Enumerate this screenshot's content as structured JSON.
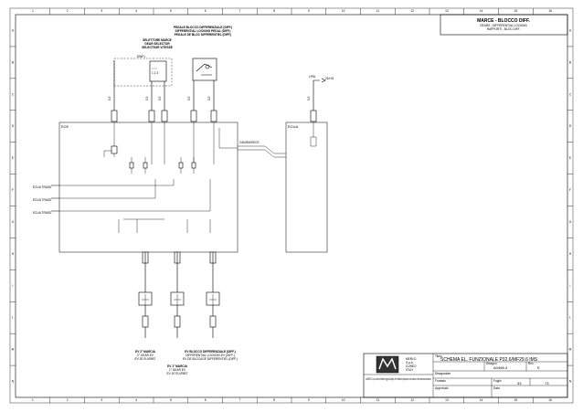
{
  "title_block_top": {
    "title": "MARCE - BLOCCO DIFF.",
    "subtitle1": "GEARS - DIFFERENTIAL LOCKING",
    "subtitle2": "RAPPORTI - BLOC DIFF."
  },
  "header_labels": {
    "pedal": [
      "PEDALE BLOCCO DIFFERENZIALE (DIFF.)",
      "DIFFERENTIAL LOCKING PEDAL (DIFF.)",
      "PEDALE DE BLOC DIFFERENTIEL (DIFF.)"
    ],
    "selector": [
      "SELETTORE MARCE",
      "GEAR SELECTOR",
      "SELECTEUR VITESSE"
    ]
  },
  "components": {
    "dwf": "DWF1",
    "ecu_left": "ECE",
    "ecu_right": "ECUA",
    "lp": "LP51",
    "net": "26.HG",
    "canbus": "CAN/BUS/ECE"
  },
  "left_inputs": [
    "ECUA  TRASD",
    "ECUA  TRASD",
    "ECUA  TRASD"
  ],
  "bottom_labels": {
    "gear": [
      "EV 2° MARCIA",
      "2° GEAR EV",
      "EV 2E ELVRIBT"
    ],
    "gear2": [
      "EV 1° MARCIA",
      "1° GEAR EV",
      "EV 1E ELVRIBT"
    ],
    "diff": [
      "EV BLOCCO DIFFERENZIALE (DIFF.)",
      "DIFFERENTIAL LOCKING EV (DIFF.)",
      "EV DE BLOCAGE DIFFERENTIEL (DIFF.)"
    ]
  },
  "title_block": {
    "company": [
      "MERLO",
      "S.p.A.",
      "CUNEO",
      "ITALY"
    ],
    "legal_note": "La MERLO S.p.A. si riserva il diritto di legge sui disegni. Ne è vietata la riproduzione o la cessione a terzi senza autorizzazione.",
    "paper_note": "Foglio / Sheet",
    "title_label": "Titolo",
    "title": "SCHEMA EL. FUNZIONALE P32.6/MF29.6 IMS",
    "sheet_label": "Disegno",
    "drawing_no": "A0498-3",
    "rev_label": "Rev.",
    "rev": "E",
    "scale_label": "Scala",
    "format_label": "Formato",
    "format": "A3",
    "page_label": "Foglio",
    "page_no": "43",
    "pages_total_label": "di",
    "pages_total": "73",
    "designer_label": "Disegnatore",
    "approved_label": "Approvato",
    "date_label": "Data"
  },
  "grid_cols": [
    "1",
    "2",
    "3",
    "4",
    "5",
    "6",
    "7",
    "8",
    "9",
    "10",
    "11",
    "12",
    "13",
    "14",
    "15",
    "16"
  ],
  "grid_rows": [
    "A",
    "B",
    "C",
    "D",
    "E",
    "F",
    "G",
    "H",
    "I",
    "L",
    "M",
    "N"
  ]
}
